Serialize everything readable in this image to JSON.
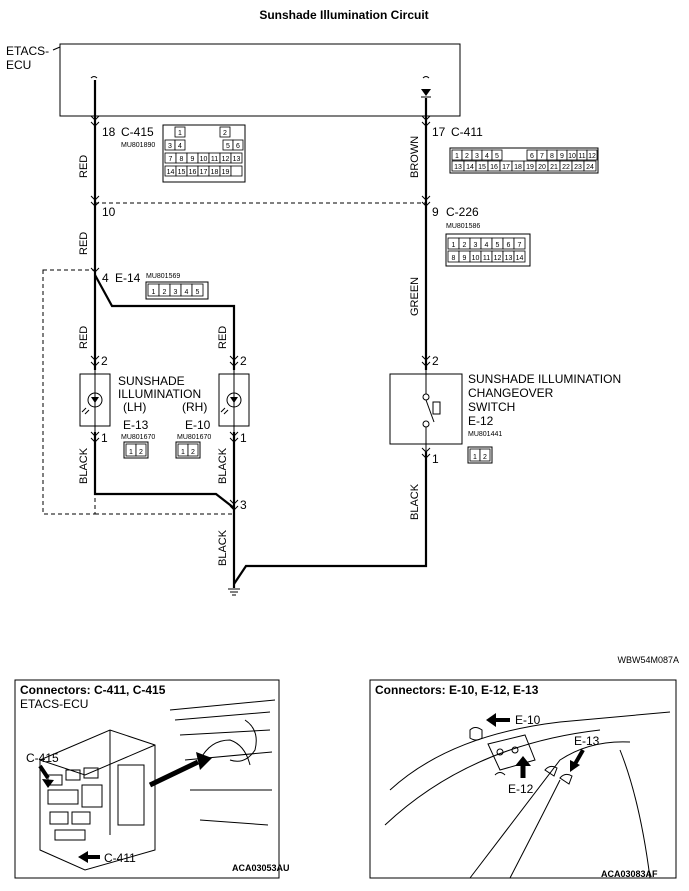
{
  "title": "Sunshade Illumination Circuit",
  "ecu": {
    "line1": "ETACS-",
    "line2": "ECU"
  },
  "connectors": {
    "c415": {
      "pin": "18",
      "name": "C-415",
      "part": "MU801890",
      "cells": [
        "1",
        "2",
        "3",
        "4",
        "5",
        "6",
        "7",
        "8",
        "9",
        "10",
        "11",
        "12",
        "13",
        "14",
        "15",
        "16",
        "17",
        "18",
        "19"
      ]
    },
    "c411": {
      "pin": "17",
      "name": "C-411",
      "cells": [
        "1",
        "2",
        "3",
        "4",
        "5",
        "6",
        "7",
        "8",
        "9",
        "10",
        "11",
        "12",
        "13",
        "14",
        "15",
        "16",
        "17",
        "18",
        "19",
        "20",
        "21",
        "22",
        "23",
        "24"
      ]
    },
    "c226": {
      "pin_left": "10",
      "pin_right": "9",
      "name": "C-226",
      "part": "MU801586",
      "cells": [
        "1",
        "2",
        "3",
        "4",
        "5",
        "6",
        "7",
        "8",
        "9",
        "10",
        "11",
        "12",
        "13",
        "14"
      ]
    },
    "e14": {
      "pin": "4",
      "name": "E-14",
      "part": "MU801569",
      "cells": [
        "1",
        "2",
        "3",
        "4",
        "5"
      ]
    },
    "e13": {
      "name": "E-13",
      "part": "MU801670",
      "cells": [
        "1",
        "2"
      ]
    },
    "e10": {
      "name": "E-10",
      "part": "MU801670",
      "cells": [
        "1",
        "2"
      ]
    },
    "e12": {
      "name": "E-12",
      "part": "MU801441",
      "cells": [
        "1",
        "2"
      ]
    }
  },
  "wires": {
    "red": "RED",
    "brown": "BROWN",
    "green": "GREEN",
    "black": "BLACK"
  },
  "pins": {
    "two": "2",
    "one": "1",
    "three": "3"
  },
  "illumination": {
    "line1": "SUNSHADE",
    "line2": "ILLUMINATION",
    "lh": "(LH)",
    "rh": "(RH)"
  },
  "switch": {
    "line1": "SUNSHADE ILLUMINATION",
    "line2": "CHANGEOVER",
    "line3": "SWITCH",
    "name": "E-12"
  },
  "diagram_code": "WBW54M087A",
  "panel_left": {
    "title": "Connectors: C-411, C-415",
    "subtitle": "ETACS-ECU",
    "label_c415": "C-415",
    "label_c411": "C-411",
    "code": "ACA03053AU"
  },
  "panel_right": {
    "title": "Connectors: E-10, E-12, E-13",
    "label_e10": "E-10",
    "label_e12": "E-12",
    "label_e13": "E-13",
    "code": "ACA03083AF"
  }
}
